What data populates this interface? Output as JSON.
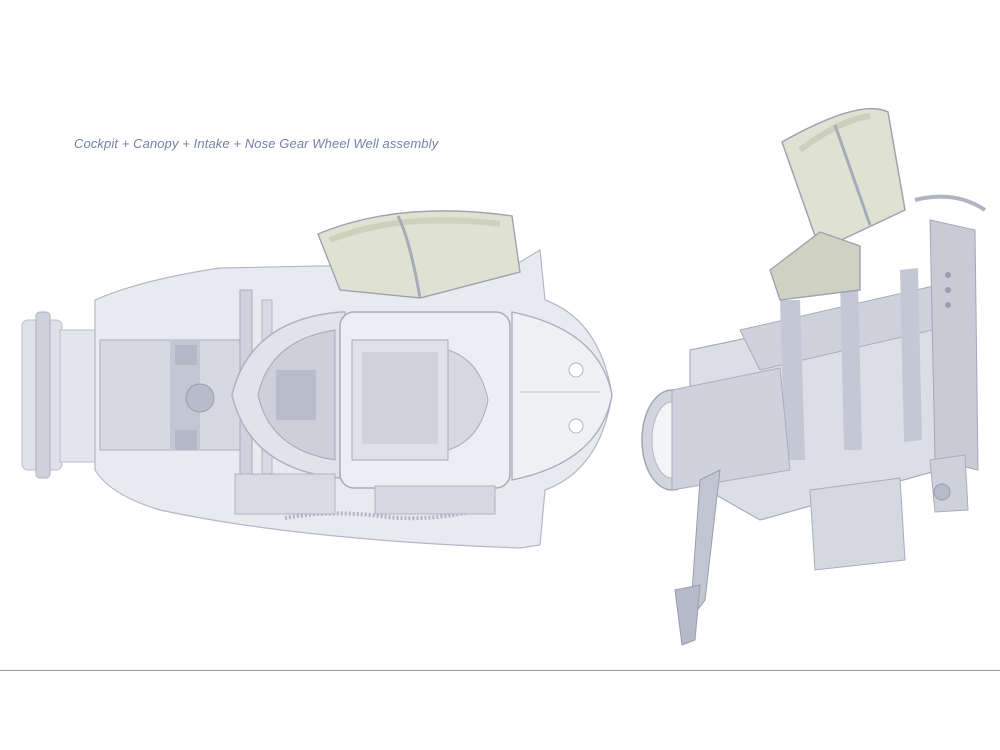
{
  "caption": "Cockpit + Canopy + Intake + Nose Gear Wheel Well assembly",
  "figures": [
    {
      "view": "top",
      "subject": "cockpit-assembly"
    },
    {
      "view": "isometric",
      "subject": "cockpit-assembly"
    }
  ],
  "colors": {
    "caption": "#7582a4",
    "part_fill": "#e8e9ef",
    "part_shade": "#c9cbd6",
    "part_dark": "#9a9dab",
    "canopy_glass": "#d8dbc8"
  }
}
